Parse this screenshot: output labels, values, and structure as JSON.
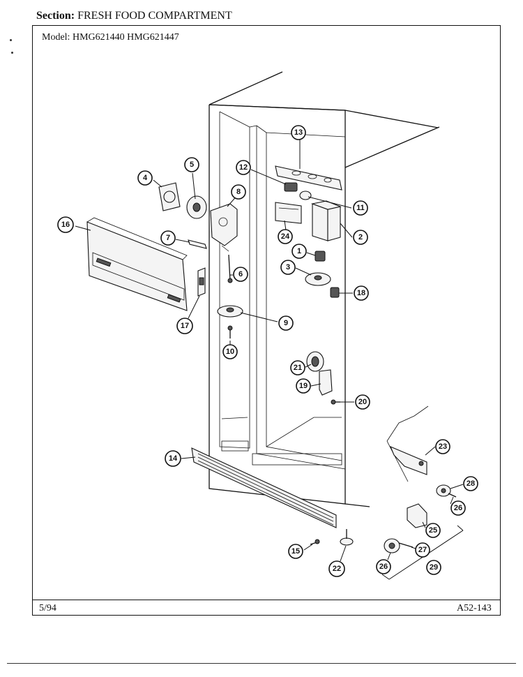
{
  "header": {
    "section_label": "Section:",
    "section_name": "FRESH FOOD COMPARTMENT",
    "model_label": "Model:",
    "models": "HMG621440  HMG621447"
  },
  "footer": {
    "date": "5/94",
    "doc_number": "A52-143"
  },
  "callouts": [
    {
      "id": "13",
      "label": "13"
    },
    {
      "id": "12",
      "label": "12"
    },
    {
      "id": "11",
      "label": "11"
    },
    {
      "id": "5",
      "label": "5"
    },
    {
      "id": "4",
      "label": "4"
    },
    {
      "id": "8",
      "label": "8"
    },
    {
      "id": "24",
      "label": "24"
    },
    {
      "id": "2",
      "label": "2"
    },
    {
      "id": "16",
      "label": "16"
    },
    {
      "id": "7",
      "label": "7"
    },
    {
      "id": "1",
      "label": "1"
    },
    {
      "id": "3",
      "label": "3"
    },
    {
      "id": "6",
      "label": "6"
    },
    {
      "id": "18",
      "label": "18"
    },
    {
      "id": "9",
      "label": "9"
    },
    {
      "id": "17",
      "label": "17"
    },
    {
      "id": "10",
      "label": "10"
    },
    {
      "id": "21",
      "label": "21"
    },
    {
      "id": "19",
      "label": "19"
    },
    {
      "id": "20",
      "label": "20"
    },
    {
      "id": "23",
      "label": "23"
    },
    {
      "id": "14",
      "label": "14"
    },
    {
      "id": "28",
      "label": "28"
    },
    {
      "id": "26a",
      "label": "26"
    },
    {
      "id": "25",
      "label": "25"
    },
    {
      "id": "27",
      "label": "27"
    },
    {
      "id": "15",
      "label": "15"
    },
    {
      "id": "22",
      "label": "22"
    },
    {
      "id": "26b",
      "label": "26"
    },
    {
      "id": "29",
      "label": "29"
    }
  ]
}
